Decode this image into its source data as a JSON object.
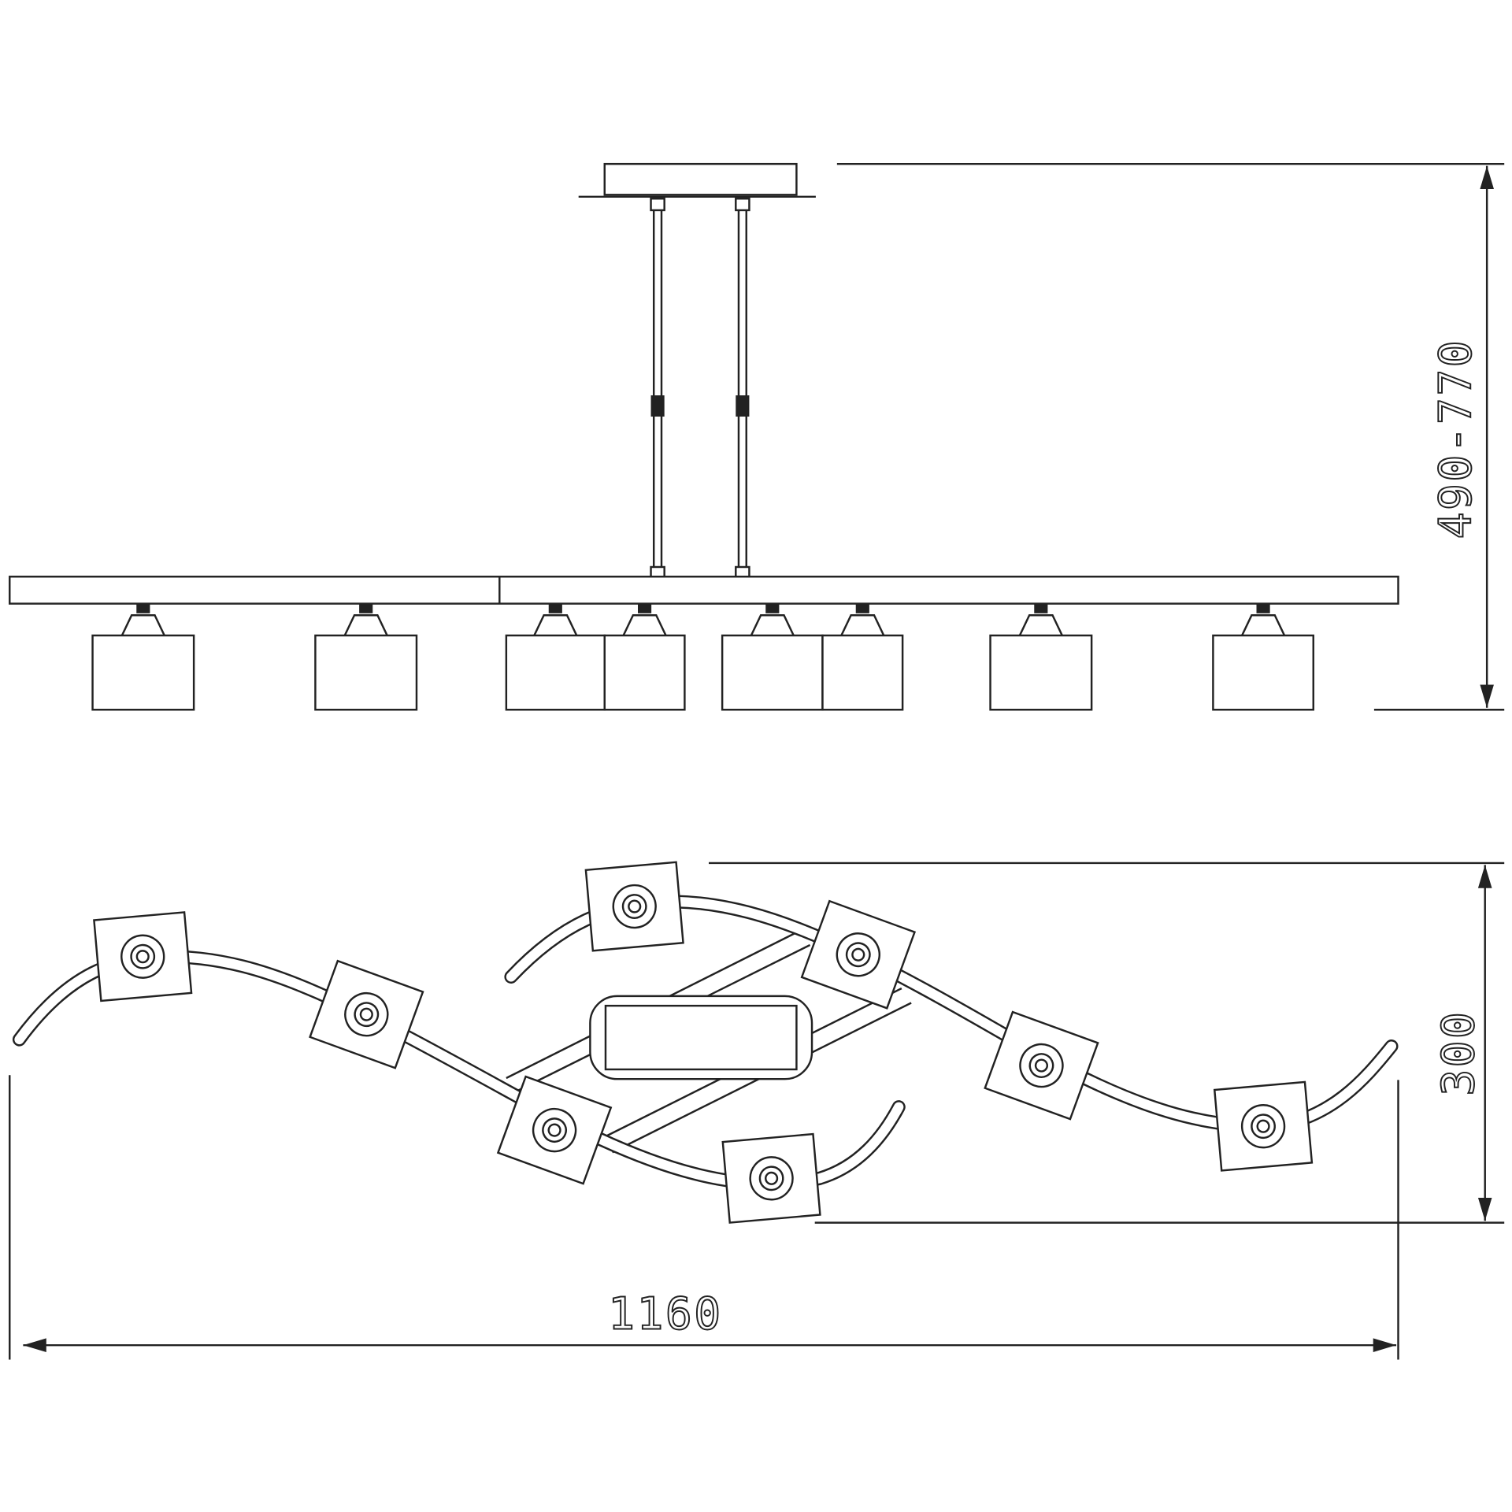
{
  "drawing": {
    "side_view": {
      "height_dimension": "490-770",
      "shade_count": 8
    },
    "top_view": {
      "depth_dimension": "300",
      "width_dimension": "1160",
      "lamp_count": 8
    }
  }
}
